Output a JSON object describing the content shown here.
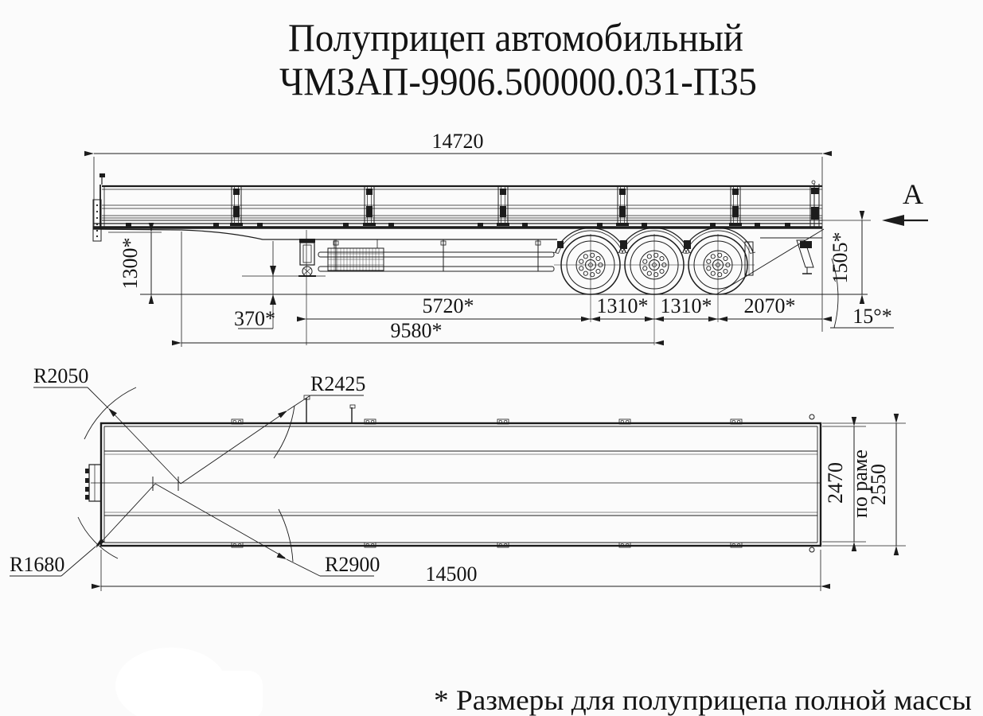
{
  "title": {
    "line1": "Полуприцеп автомобильный",
    "line2": "ЧМЗАП-9906.500000.031-П35"
  },
  "side_view": {
    "view_label": "A",
    "dimensions": {
      "overall_length": "14720",
      "front_frame_height": "1300*",
      "support_ground_clearance": "370*",
      "kingpin_to_first_axle": "5720*",
      "front_to_second_axle": "9580*",
      "axle_spacing_12": "1310*",
      "axle_spacing_23": "1310*",
      "third_axle_to_rear": "2070*",
      "rear_frame_height": "1505*",
      "departure_angle": "15°*"
    }
  },
  "plan_view": {
    "radii": {
      "front_corner": "R2050",
      "front_outer": "R2425",
      "rear_corner": "R1680",
      "rear_outer": "R2900"
    },
    "dimensions": {
      "platform_length": "14500",
      "frame_width": "2470",
      "frame_width_note": "по раме",
      "overall_width": "2550"
    }
  },
  "footnote": "* Размеры для полуприцепа полной массы",
  "colors": {
    "line": "#1a1a1a",
    "background": "#fbfbfb"
  }
}
